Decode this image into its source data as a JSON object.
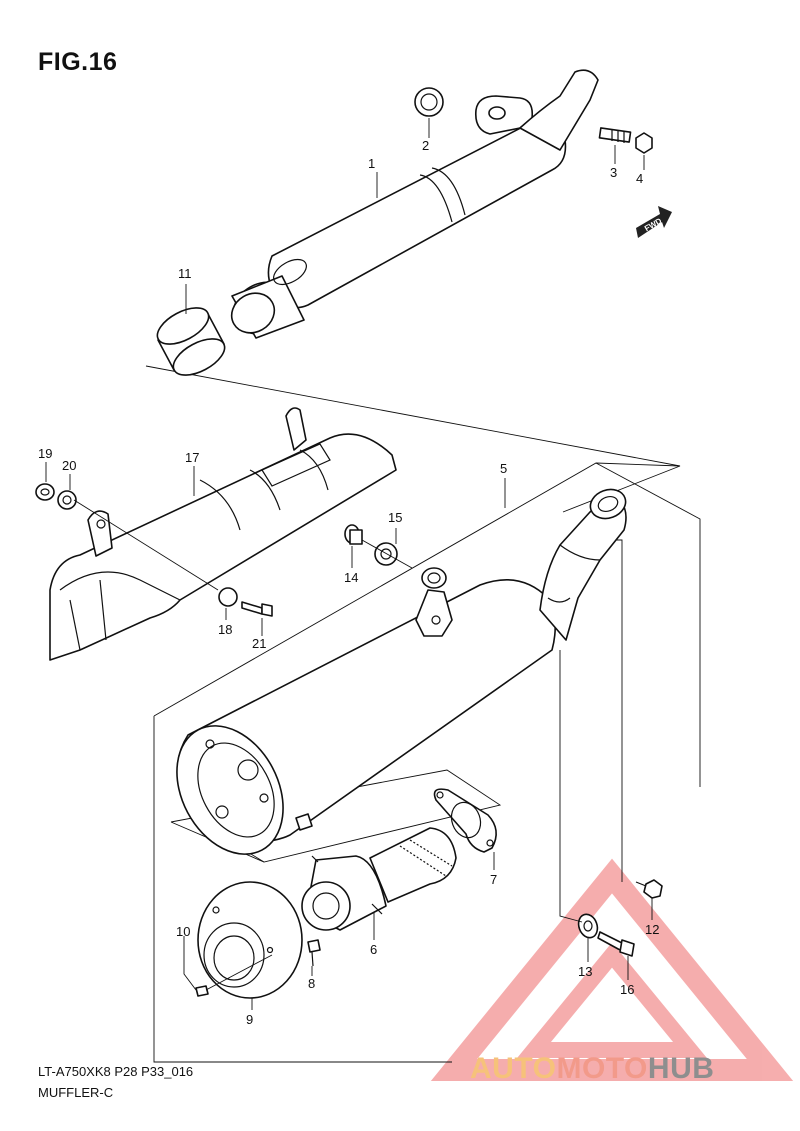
{
  "figure": {
    "title": "FIG.16",
    "code": "LT-A750XK8 P28 P33_016",
    "subtitle": "MUFFLER-C"
  },
  "fwd_label": "FWD",
  "callouts": [
    {
      "id": "c1",
      "label": "1"
    },
    {
      "id": "c2",
      "label": "2"
    },
    {
      "id": "c3",
      "label": "3"
    },
    {
      "id": "c4",
      "label": "4"
    },
    {
      "id": "c5",
      "label": "5"
    },
    {
      "id": "c6",
      "label": "6"
    },
    {
      "id": "c7",
      "label": "7"
    },
    {
      "id": "c8",
      "label": "8"
    },
    {
      "id": "c9",
      "label": "9"
    },
    {
      "id": "c10",
      "label": "10"
    },
    {
      "id": "c11",
      "label": "11"
    },
    {
      "id": "c12",
      "label": "12"
    },
    {
      "id": "c13",
      "label": "13"
    },
    {
      "id": "c14",
      "label": "14"
    },
    {
      "id": "c15",
      "label": "15"
    },
    {
      "id": "c16",
      "label": "16"
    },
    {
      "id": "c17",
      "label": "17"
    },
    {
      "id": "c18",
      "label": "18"
    },
    {
      "id": "c19",
      "label": "19"
    },
    {
      "id": "c20",
      "label": "20"
    },
    {
      "id": "c21",
      "label": "21"
    }
  ],
  "watermark": {
    "part1": "AUTO",
    "part2": "MOTO",
    "part3": "HUB",
    "color1": "#f6c27a",
    "color2": "#f29a8a",
    "color3": "#8e8e8e"
  }
}
